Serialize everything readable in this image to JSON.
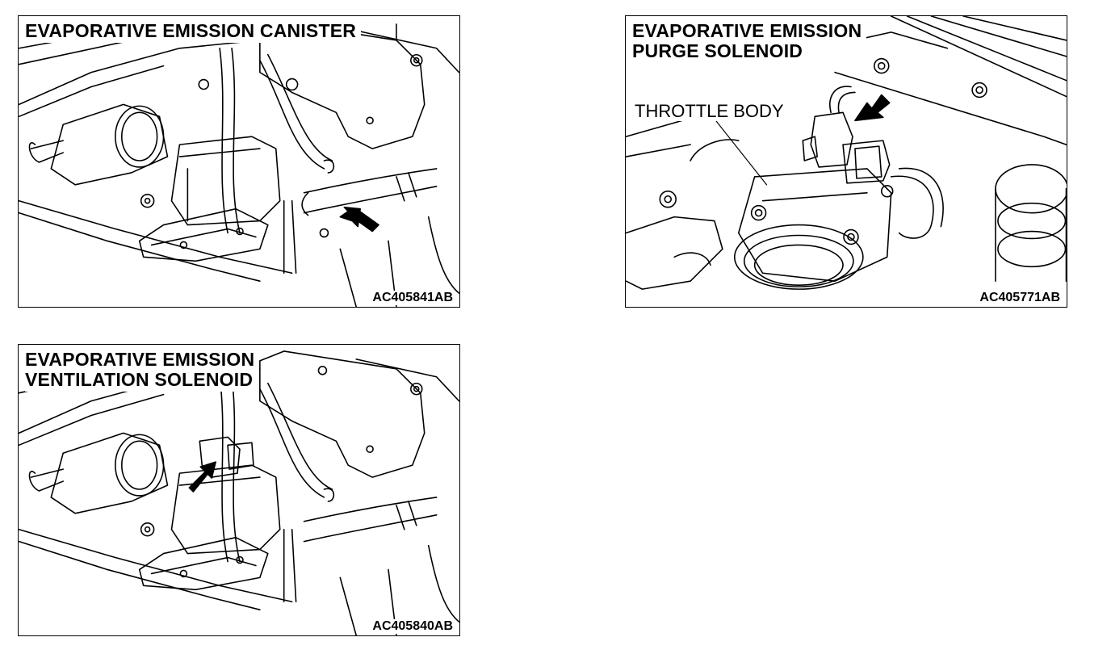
{
  "panels": {
    "canister": {
      "title": "EVAPORATIVE EMISSION CANISTER",
      "figure_id": "AC405841AB"
    },
    "purge": {
      "title": "EVAPORATIVE EMISSION\nPURGE SOLENOID",
      "part_label": "THROTTLE BODY",
      "figure_id": "AC405771AB"
    },
    "ventilation": {
      "title": "EVAPORATIVE EMISSION\nVENTILATION SOLENOID",
      "figure_id": "AC405840AB"
    }
  },
  "colors": {
    "ink": "#000000",
    "paper": "#ffffff"
  },
  "icons": {
    "pointer": "black-arrow-icon"
  }
}
